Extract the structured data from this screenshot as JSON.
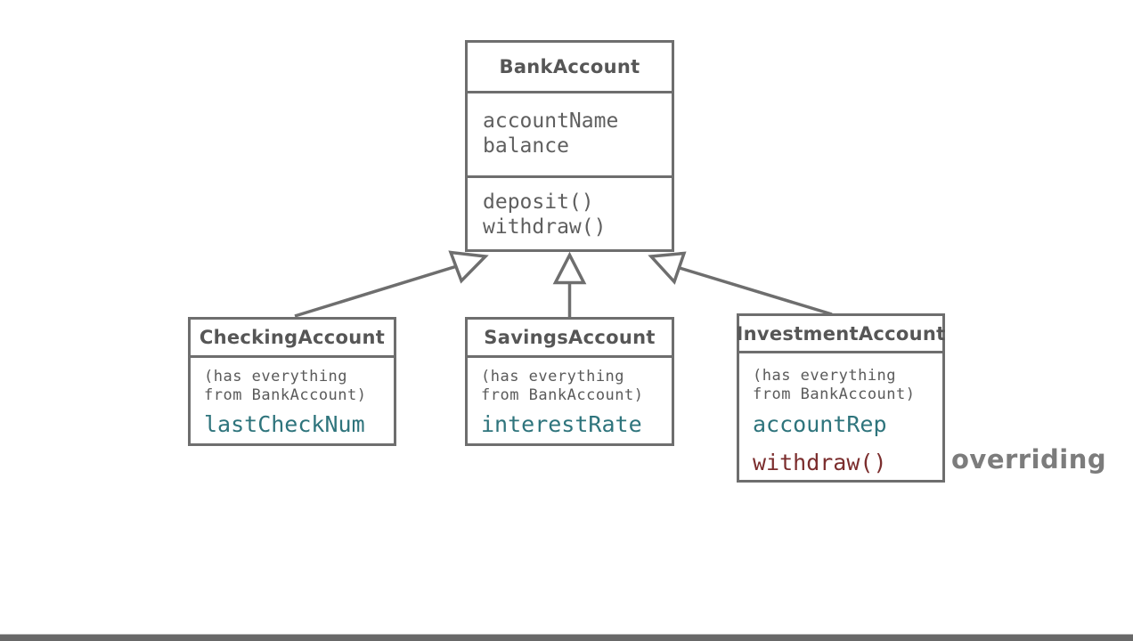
{
  "colors": {
    "box_border": "#6e6e6e",
    "title_text": "#565656",
    "member_text": "#5f5f5f",
    "new_member_accent": "#2e747c",
    "override_accent": "#7b2d2d",
    "annotation_text": "#7c7c7c",
    "letterbox_bar": "#686868"
  },
  "diagram": {
    "parent_class": {
      "title": "BankAccount",
      "attributes": [
        "accountName",
        "balance"
      ],
      "methods": [
        "deposit()",
        "withdraw()"
      ]
    },
    "child_classes": [
      {
        "title": "CheckingAccount",
        "inherit_note": "(has everything\nfrom BankAccount)",
        "new_attribute": "lastCheckNum"
      },
      {
        "title": "SavingsAccount",
        "inherit_note": "(has everything\nfrom BankAccount)",
        "new_attribute": "interestRate"
      },
      {
        "title": "InvestmentAccount",
        "inherit_note": "(has everything\nfrom BankAccount)",
        "new_attribute": "accountRep",
        "overridden_method": "withdraw()"
      }
    ],
    "annotation": "overriding"
  }
}
